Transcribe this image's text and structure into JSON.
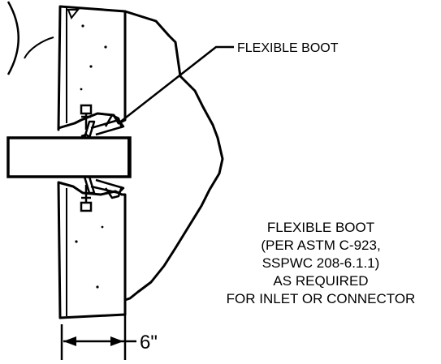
{
  "callouts": {
    "flexible_boot_label": "FLEXIBLE BOOT"
  },
  "note": {
    "lines": [
      "FLEXIBLE BOOT",
      "(PER ASTM C-923,",
      "SSPWC 208-6.1.1)",
      "AS REQUIRED",
      "FOR INLET OR CONNECTOR"
    ]
  },
  "dimension": {
    "wall_thickness": "6\""
  },
  "colors": {
    "ink": "#000000",
    "paper": "#ffffff"
  }
}
